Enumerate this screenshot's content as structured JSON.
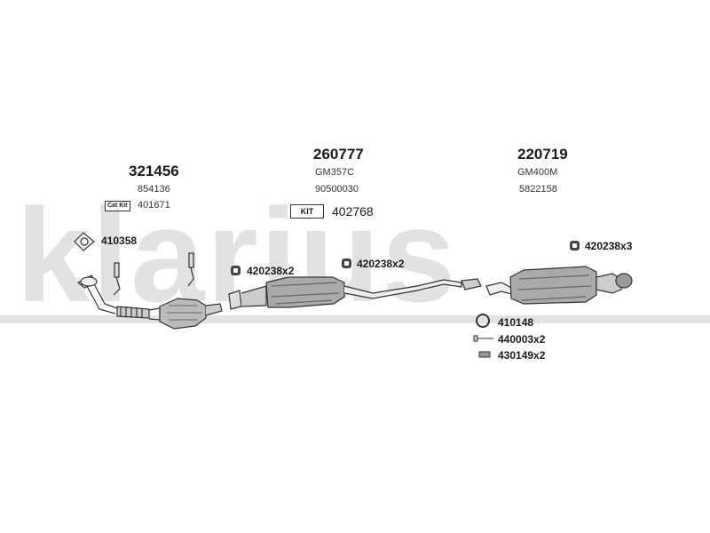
{
  "watermark": {
    "brand": "klarius"
  },
  "groups": [
    {
      "main": "321456",
      "sub": "854136"
    },
    {
      "main": "260777",
      "sub1": "GM357C",
      "sub2": "90500030"
    },
    {
      "main": "220719",
      "sub1": "GM400M",
      "sub2": "5822158"
    }
  ],
  "cat_kit": {
    "badge": "Cat Kit",
    "number": "401671"
  },
  "kit": {
    "badge": "KIT",
    "number": "402768"
  },
  "parts": {
    "gasket": "410358",
    "clamp_left": "420238x2",
    "clamp_mid": "420238x2",
    "clamp_right": "420238x3",
    "ring": "410148",
    "bolt": "440003x2",
    "spring": "430149x2"
  }
}
